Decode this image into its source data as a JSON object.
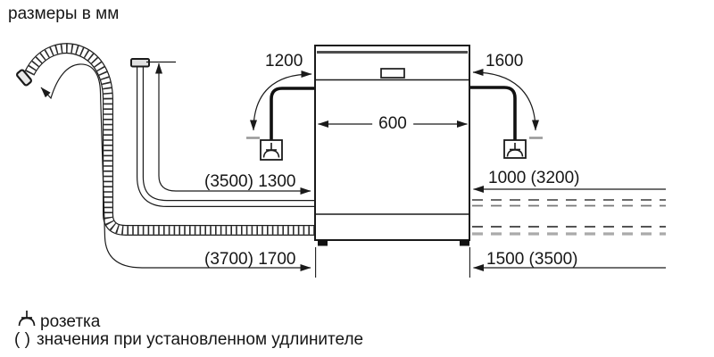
{
  "title": "размеры в мм",
  "dimensions": {
    "cord_left": "1200",
    "cord_right": "1600",
    "appliance_width": "600",
    "supply_hose_left": "(3500) 1300",
    "hose_right_upper": "1000 (3200)",
    "drain_hose_left": "(3700) 1700",
    "hose_right_lower": "1500 (3500)"
  },
  "legend": {
    "socket_label": "розетка",
    "parentheses_symbol": "( )",
    "parentheses_note": "значения при установленном удлинителе"
  },
  "colors": {
    "line": "#1a1a1a",
    "panel_strip": "#4d4d4d",
    "ground_bar_gray": "#999999",
    "dash_gray": "#aaaaaa"
  }
}
